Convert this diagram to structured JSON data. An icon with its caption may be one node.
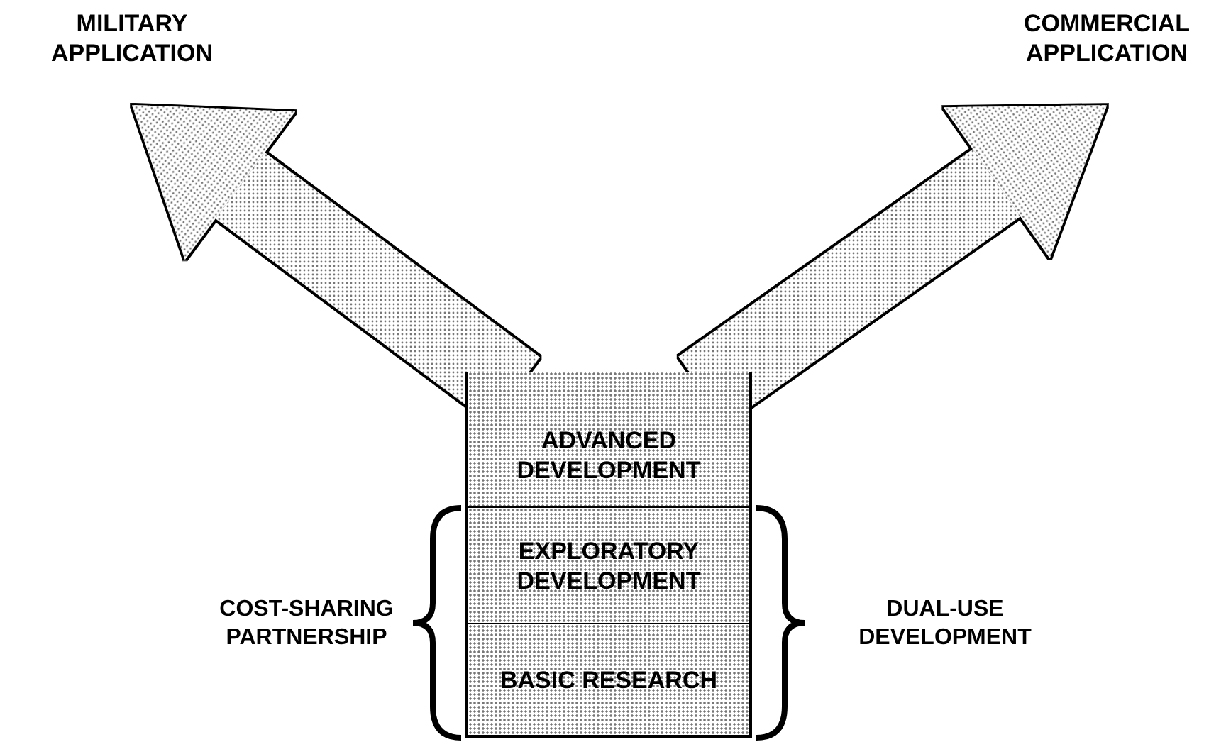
{
  "diagram": {
    "nodes": [
      {
        "text": [
          "MILITARY APPLICATION"
        ]
      },
      {
        "text": [
          "COMMERCIAL APPLICATION"
        ]
      },
      {
        "text": [
          "ADVANCED DEVELOPMENT"
        ]
      },
      {
        "text": [
          "EXPLORATORY DEVELOPMENT"
        ]
      },
      {
        "text": [
          "BASIC RESEARCH"
        ]
      }
    ],
    "edges": [
      {
        "from": 2,
        "to": 0,
        "arrow": "to"
      },
      {
        "from": 2,
        "to": 1,
        "arrow": "to"
      }
    ],
    "labels": [
      "COST-SHARING PARTNERSHIP",
      "DUAL-USE DEVELOPMENT"
    ]
  }
}
